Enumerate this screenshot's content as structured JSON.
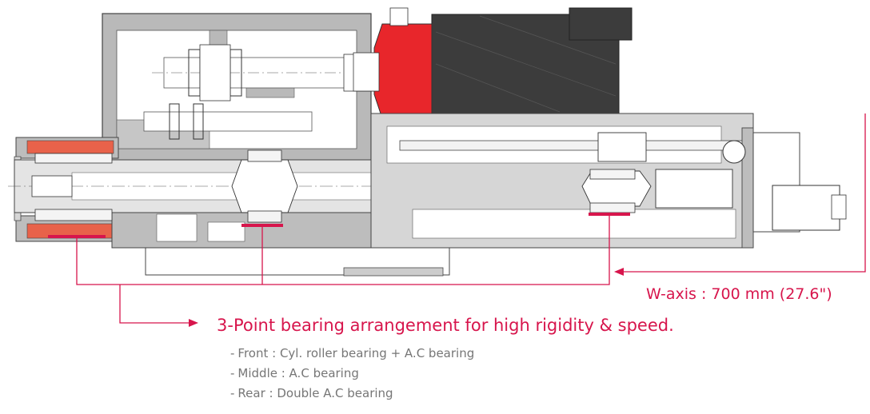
{
  "colors": {
    "accent": "#d7154c",
    "red_part": "#e8262b",
    "orange_part": "#e8624a",
    "body_gray": "#b5b5b5",
    "light_gray": "#d3d3d3",
    "motor_dark": "#3c3c3c",
    "line_dark": "#444444",
    "bullet_text": "#767676"
  },
  "labels": {
    "w_axis": "W-axis : 700 mm (27.6\")",
    "bearing_title": "3-Point bearing arrangement for high rigidity & speed."
  },
  "bullets": {
    "dash": "-",
    "items": [
      "Front : Cyl. roller bearing + A.C bearing",
      "Middle : A.C bearing",
      "Rear : Double A.C bearing"
    ]
  },
  "icons": {
    "callout_arrow": "arrow-right-icon",
    "w_axis_arrow": "arrow-left-icon"
  }
}
